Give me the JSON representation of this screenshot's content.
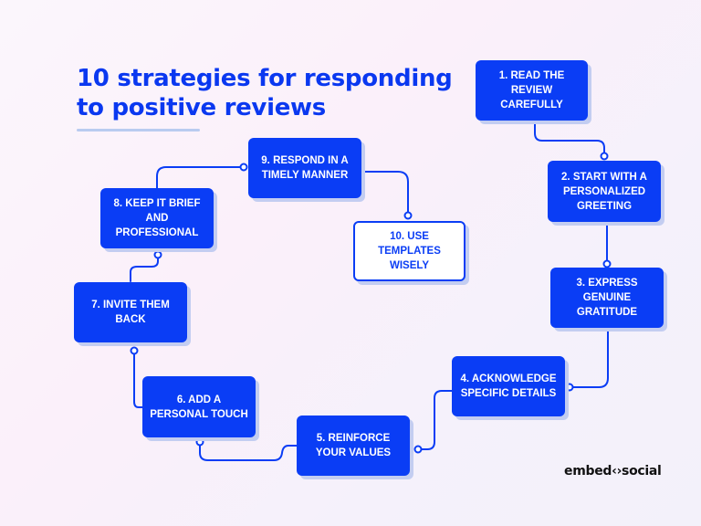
{
  "title": "10 strategies for responding to positive reviews",
  "accent_color": "#0a3df5",
  "steps": [
    {
      "number": 1,
      "label": "1. READ THE REVIEW CAREFULLY"
    },
    {
      "number": 2,
      "label": "2. START WITH A PERSONALIZED GREETING"
    },
    {
      "number": 3,
      "label": "3. EXPRESS GENUINE GRATITUDE"
    },
    {
      "number": 4,
      "label": "4. ACKNOWLEDGE SPECIFIC DETAILS"
    },
    {
      "number": 5,
      "label": "5. REINFORCE YOUR VALUES"
    },
    {
      "number": 6,
      "label": "6. ADD A PERSONAL TOUCH"
    },
    {
      "number": 7,
      "label": "7. INVITE THEM BACK"
    },
    {
      "number": 8,
      "label": "8. KEEP IT BRIEF AND PROFESSIONAL"
    },
    {
      "number": 9,
      "label": "9. RESPOND IN A TIMELY MANNER"
    },
    {
      "number": 10,
      "label": "10. USE TEMPLATES WISELY"
    }
  ],
  "logo": {
    "text": "embed<>social",
    "display": "embed‹›social"
  }
}
